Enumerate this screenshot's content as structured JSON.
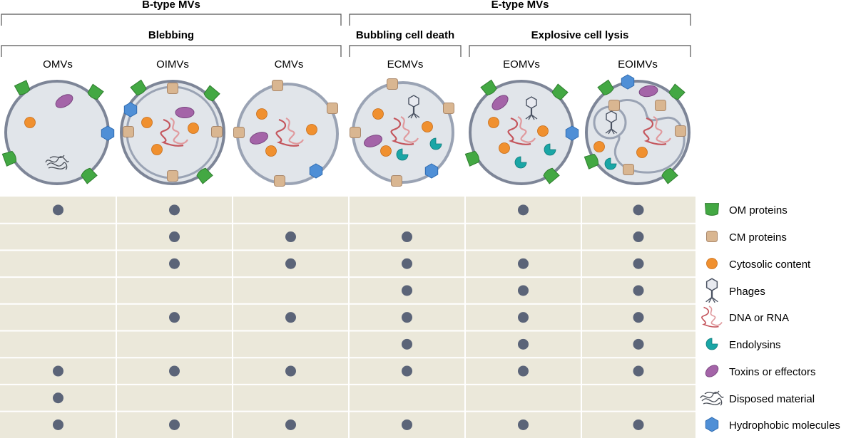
{
  "groups": {
    "btype": "B-type MVs",
    "etype": "E-type MVs"
  },
  "mechanisms": {
    "blebbing": "Blebbing",
    "bubbling": "Bubbling cell death",
    "explosive": "Explosive cell lysis"
  },
  "columns": [
    "OMVs",
    "OIMVs",
    "CMVs",
    "ECMVs",
    "EOMVs",
    "EOIMVs"
  ],
  "components": [
    {
      "label": "OM proteins",
      "icon": "om-protein-icon"
    },
    {
      "label": "CM proteins",
      "icon": "cm-protein-icon"
    },
    {
      "label": "Cytosolic content",
      "icon": "cytosolic-content-icon"
    },
    {
      "label": "Phages",
      "icon": "phage-icon"
    },
    {
      "label": "DNA or RNA",
      "icon": "dna-rna-icon"
    },
    {
      "label": "Endolysins",
      "icon": "endolysin-icon"
    },
    {
      "label": "Toxins or effectors",
      "icon": "toxin-icon"
    },
    {
      "label": "Disposed material",
      "icon": "disposed-material-icon"
    },
    {
      "label": "Hydrophobic molecules",
      "icon": "hydrophobic-molecule-icon"
    }
  ],
  "presence": [
    [
      1,
      1,
      0,
      0,
      1,
      1
    ],
    [
      0,
      1,
      1,
      1,
      0,
      1
    ],
    [
      0,
      1,
      1,
      1,
      1,
      1
    ],
    [
      0,
      0,
      0,
      1,
      1,
      1
    ],
    [
      0,
      1,
      1,
      1,
      1,
      1
    ],
    [
      0,
      0,
      0,
      1,
      1,
      1
    ],
    [
      1,
      1,
      1,
      1,
      1,
      1
    ],
    [
      1,
      0,
      0,
      0,
      0,
      0
    ],
    [
      1,
      1,
      1,
      1,
      1,
      1
    ]
  ],
  "colors": {
    "table_bg": "#ebe8da",
    "grid_line": "#ffffff",
    "dot": "#5b6478",
    "vesicle_fill": "#e1e5ea",
    "vesicle_stroke": "#7d8597",
    "om_protein": "#43a843",
    "cm_protein": "#d9b691",
    "cytosolic": "#f0902f",
    "dna": "#c4565d",
    "endolysin": "#1aa6a6",
    "toxin": "#a464a8",
    "hydrophobic": "#4f8fd6"
  }
}
